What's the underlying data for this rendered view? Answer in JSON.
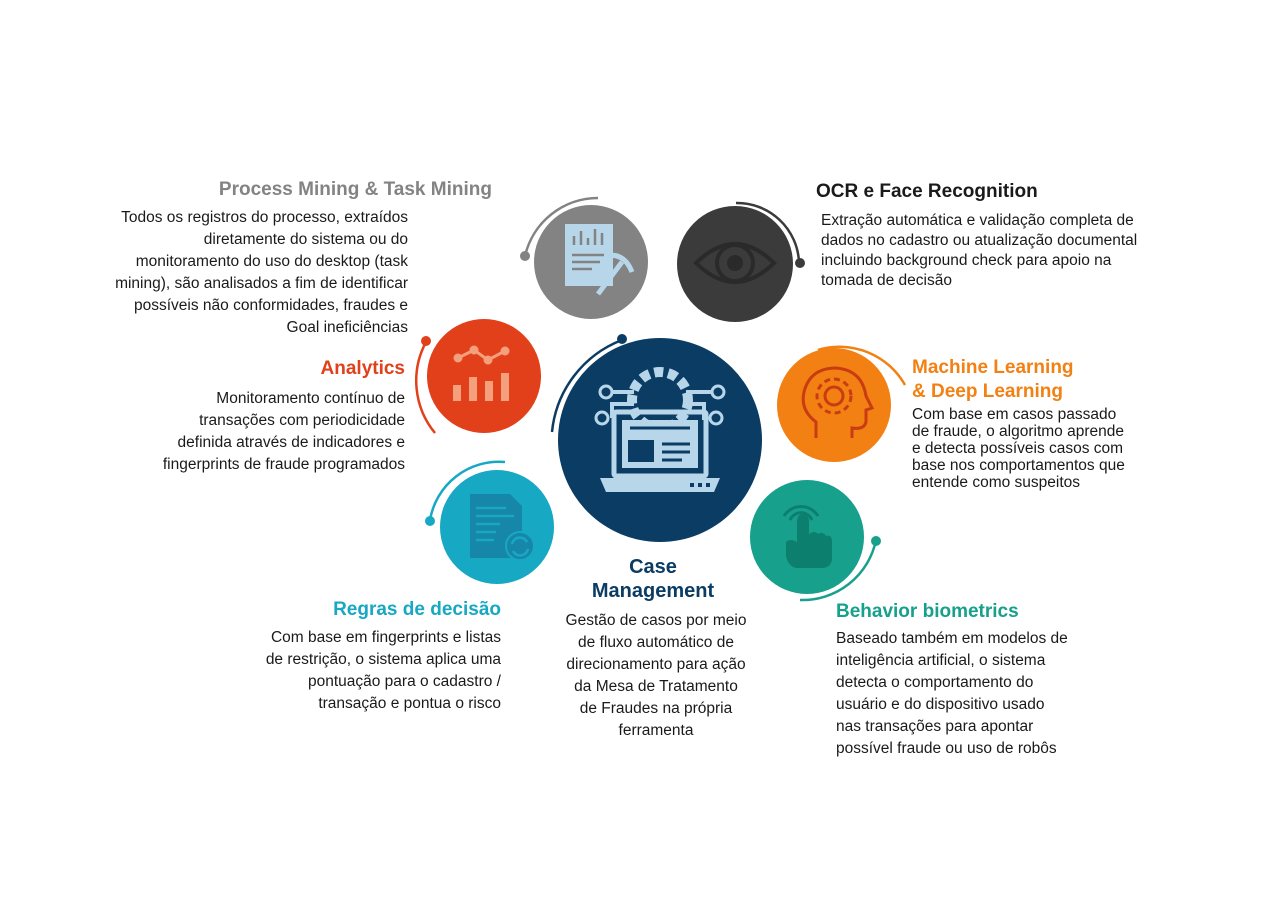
{
  "colors": {
    "process_mining": "#838383",
    "ocr": "#3b3b3b",
    "analytics": "#e2401a",
    "machine_learning": "#f28013",
    "case_management": "#0b3c64",
    "regras": "#17a8c4",
    "behavior": "#17a08c",
    "text": "#1a1a1a"
  },
  "nodes": {
    "process_mining": {
      "title": "Process Mining & Task Mining",
      "lines": [
        "Todos os registros do processo, extraídos",
        "diretamente do sistema ou do",
        "monitoramento do uso do desktop (task",
        "mining), são analisados a fim de identificar",
        "possíveis não conformidades, fraudes e",
        "Goal ineficiências"
      ],
      "icon": "report-chart-pickaxe-icon"
    },
    "ocr": {
      "title": "OCR e Face Recognition",
      "lines": [
        "Extração automática e validação completa de",
        "dados no cadastro ou atualização documental",
        "incluindo background check para apoio na",
        "tomada de decisão"
      ],
      "icon": "eye-icon"
    },
    "analytics": {
      "title": "Analytics",
      "lines": [
        "Monitoramento contínuo de",
        "transações com periodicidade",
        "definida através de indicadores e",
        "fingerprints de fraude programados"
      ],
      "icon": "line-bar-chart-icon"
    },
    "machine_learning": {
      "title_lines": [
        "Machine Learning",
        "& Deep Learning"
      ],
      "lines": [
        "Com base em casos passado",
        "de fraude, o algoritmo aprende",
        "e detecta possíveis casos com",
        "base nos comportamentos que",
        "entende como suspeitos"
      ],
      "icon": "head-gear-icon"
    },
    "case_management": {
      "title_lines": [
        "Case",
        "Management"
      ],
      "lines": [
        "Gestão de casos por meio",
        "de fluxo automático de",
        "direcionamento para ação",
        "da Mesa de Tratamento",
        "de Fraudes na própria",
        "ferramenta"
      ],
      "icon": "laptop-gear-circuit-icon"
    },
    "regras": {
      "title": "Regras de decisão",
      "lines": [
        "Com base em fingerprints e listas",
        "de restrição, o sistema aplica uma",
        "pontuação para o cadastro /",
        "transação e pontua o risco"
      ],
      "icon": "document-refresh-icon"
    },
    "behavior": {
      "title": "Behavior biometrics",
      "lines": [
        "Baseado também em modelos de",
        "inteligência artificial, o sistema",
        "detecta o comportamento do",
        "usuário e do dispositivo usado",
        "nas transações para apontar",
        "possível fraude ou uso de robôs"
      ],
      "icon": "touch-finger-icon"
    }
  }
}
